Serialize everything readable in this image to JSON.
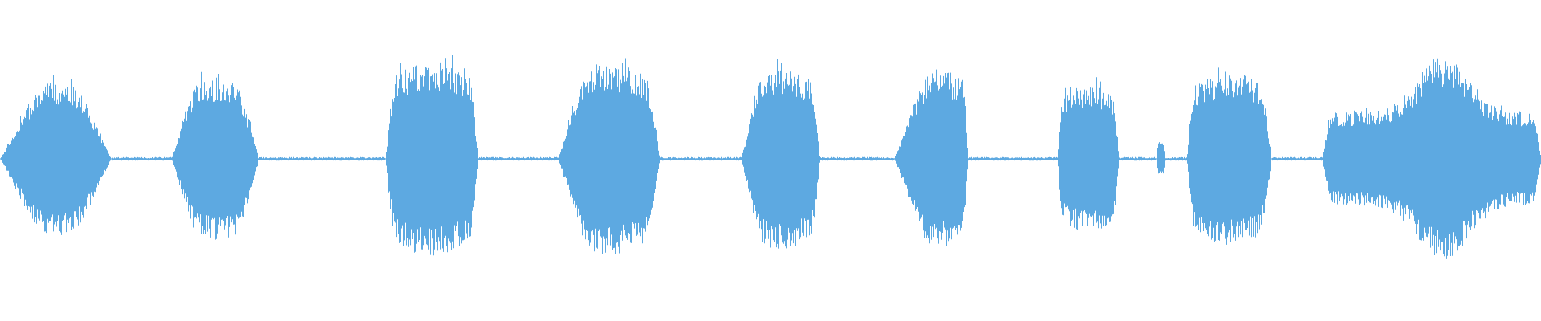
{
  "waveform": {
    "color": "#5da9e1",
    "background": "#ffffff",
    "duration_fraction_scale": 1.0,
    "segments": [
      {
        "start": 0.0,
        "end": 0.072,
        "peak": 0.52,
        "attack": 0.45,
        "release": 0.4
      },
      {
        "start": 0.111,
        "end": 0.168,
        "peak": 0.55,
        "attack": 0.35,
        "release": 0.3
      },
      {
        "start": 0.25,
        "end": 0.31,
        "peak": 0.66,
        "attack": 0.12,
        "release": 0.1
      },
      {
        "start": 0.362,
        "end": 0.428,
        "peak": 0.65,
        "attack": 0.35,
        "release": 0.15
      },
      {
        "start": 0.481,
        "end": 0.532,
        "peak": 0.62,
        "attack": 0.3,
        "release": 0.12
      },
      {
        "start": 0.58,
        "end": 0.628,
        "peak": 0.62,
        "attack": 0.6,
        "release": 0.08
      },
      {
        "start": 0.686,
        "end": 0.726,
        "peak": 0.5,
        "attack": 0.1,
        "release": 0.1
      },
      {
        "start": 0.75,
        "end": 0.756,
        "peak": 0.12,
        "attack": 0.3,
        "release": 0.3
      },
      {
        "start": 0.77,
        "end": 0.825,
        "peak": 0.59,
        "attack": 0.1,
        "release": 0.15
      },
      {
        "start": 0.858,
        "end": 1.0,
        "peak": 0.7,
        "attack": 0.05,
        "release": 0.05,
        "plateau": 0.45
      }
    ],
    "noise_floor": 0.012
  }
}
